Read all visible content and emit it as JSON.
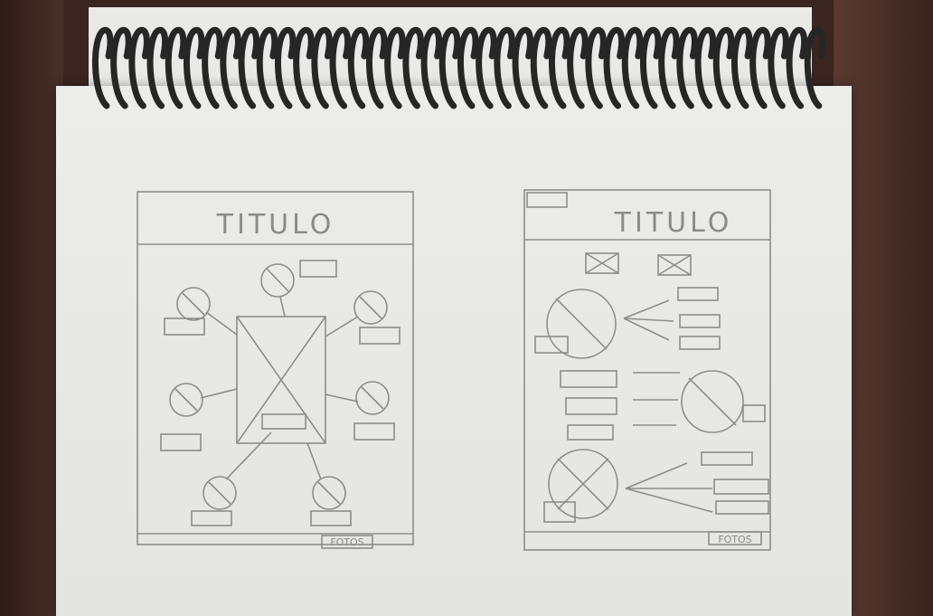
{
  "left_page": {
    "title": "TITULO",
    "footer": "FOTOS"
  },
  "right_page": {
    "title": "TITULO",
    "footer": "FOTOS"
  },
  "colors": {
    "table": "#3a2520",
    "paper": "#ececea",
    "pencil": "#8a8a8a",
    "spiral": "#2a2a2a"
  },
  "icons": [
    "spiral-binding-icon",
    "image-placeholder-icon",
    "pie-chart-sketch-icon"
  ]
}
